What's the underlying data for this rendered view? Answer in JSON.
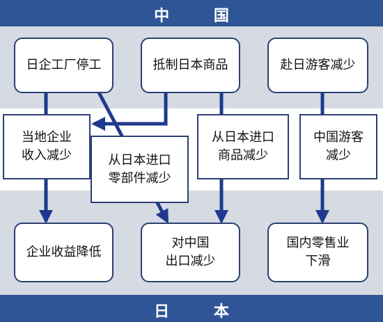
{
  "header": {
    "label": "中 国"
  },
  "footer": {
    "label": "日 本"
  },
  "boxes": {
    "factory_stop": "日企工厂停工",
    "boycott": "抵制日本商品",
    "tourists_to_japan": "赴日游客减少",
    "local_income": "当地企业\n收入减少",
    "parts_import": "从日本进口\n零部件减少",
    "goods_import": "从日本进口\n商品减少",
    "chinese_tourists": "中国游客\n减少",
    "corp_profit": "企业收益降低",
    "exports_china": "对中国\n出口减少",
    "retail": "国内零售业\n下滑"
  },
  "colors": {
    "band": "#2f5596",
    "zone": "#d6dbe3",
    "arrow": "#1f3a8c",
    "border": "#2a3f73"
  }
}
